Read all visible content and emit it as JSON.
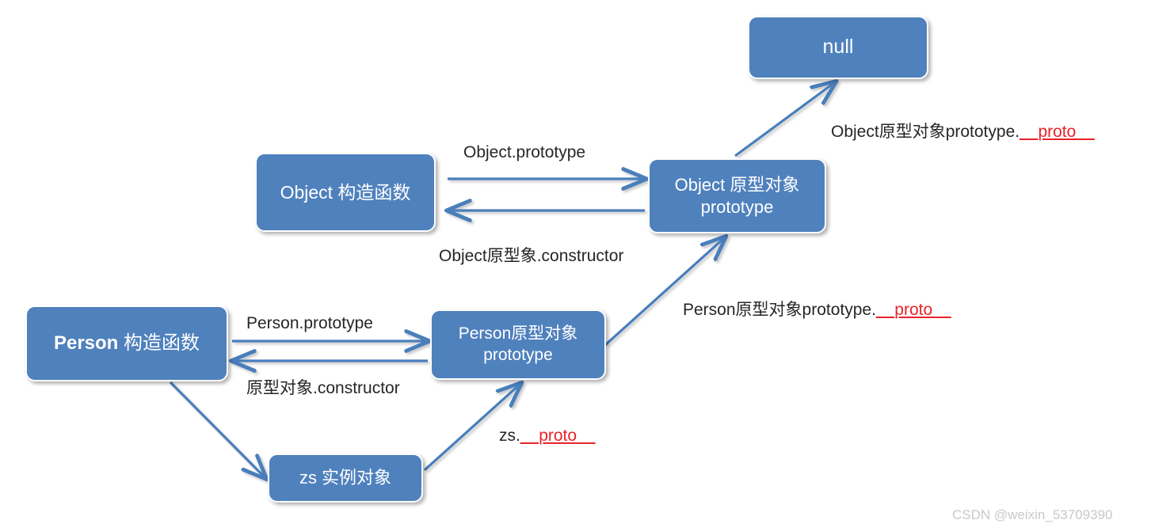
{
  "diagram": {
    "title": "JavaScript prototype chain diagram",
    "colors": {
      "node_fill": "#4f81bd",
      "node_text": "#ffffff",
      "arrow": "#4f81bd",
      "label_text": "#262626",
      "code_highlight": "#e8232a",
      "background": "#ffffff",
      "watermark": "#c9c9c9"
    },
    "nodes": [
      {
        "id": "null",
        "label": "null"
      },
      {
        "id": "object-ctor",
        "label_line1": "Object 构造函数"
      },
      {
        "id": "object-proto",
        "label_line1": "Object 原型对象",
        "label_line2": "prototype"
      },
      {
        "id": "person-ctor",
        "label_bold": "Person",
        "label_rest": " 构造函数"
      },
      {
        "id": "person-proto",
        "label_line1": "Person原型对象",
        "label_line2": "prototype"
      },
      {
        "id": "zs",
        "label_line1": "zs 实例对象"
      }
    ],
    "edges": [
      {
        "id": "object-prototype",
        "from": "object-ctor",
        "to": "object-proto",
        "label": "Object.prototype"
      },
      {
        "id": "object-constructor",
        "from": "object-proto",
        "to": "object-ctor",
        "label": "Object原型象.constructor"
      },
      {
        "id": "person-prototype",
        "from": "person-ctor",
        "to": "person-proto",
        "label": "Person.prototype"
      },
      {
        "id": "proto-constructor",
        "from": "person-proto",
        "to": "person-ctor",
        "label": "原型对象.constructor"
      },
      {
        "id": "object-proto-proto",
        "from": "object-proto",
        "to": "null",
        "label_plain": "Object原型对象prototype.",
        "label_code": "__proto__"
      },
      {
        "id": "person-proto-proto",
        "from": "person-proto",
        "to": "object-proto",
        "label_plain": "Person原型对象prototype.",
        "label_code": "__proto__"
      },
      {
        "id": "zs-proto",
        "from": "zs",
        "to": "person-proto",
        "label_plain": "zs.",
        "label_code": "__proto__"
      },
      {
        "id": "person-creates-zs",
        "from": "person-ctor",
        "to": "zs",
        "label": ""
      }
    ]
  },
  "watermark": {
    "text": "CSDN @weixin_53709390"
  }
}
